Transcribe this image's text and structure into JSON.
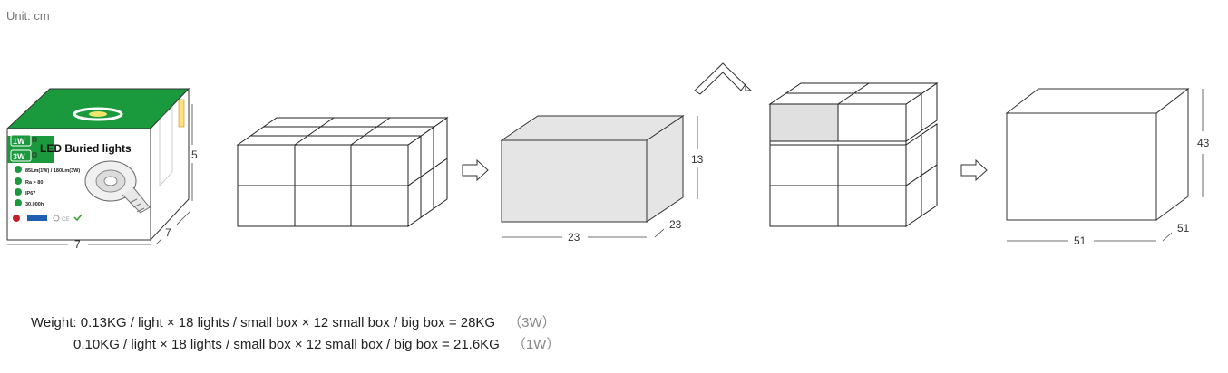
{
  "unit_label": "Unit: cm",
  "product_box": {
    "title": "LED Buried lights",
    "power_badges": [
      "1W",
      "3W"
    ],
    "specs": [
      "85Lm(1W) / 180Lm(3W)",
      "Ra > 80",
      "IP67",
      "30,000h"
    ],
    "dimensions": {
      "height": "5",
      "width": "7",
      "depth": "7"
    },
    "colors": {
      "green": "#1a9a3c",
      "dark_green": "#12702b"
    }
  },
  "small_box": {
    "dimensions": {
      "height": "13",
      "width": "23",
      "depth": "23"
    }
  },
  "big_box": {
    "dimensions": {
      "height": "43",
      "width": "51",
      "depth": "51"
    }
  },
  "weights": {
    "label": "Weight:",
    "line1": "0.13KG / light × 18 lights / small box × 12 small box / big box = 28KG",
    "note1": "（3W）",
    "line2": "0.10KG / light × 18 lights / small box × 12 small box / big box = 21.6KG",
    "note2": "（1W）"
  }
}
